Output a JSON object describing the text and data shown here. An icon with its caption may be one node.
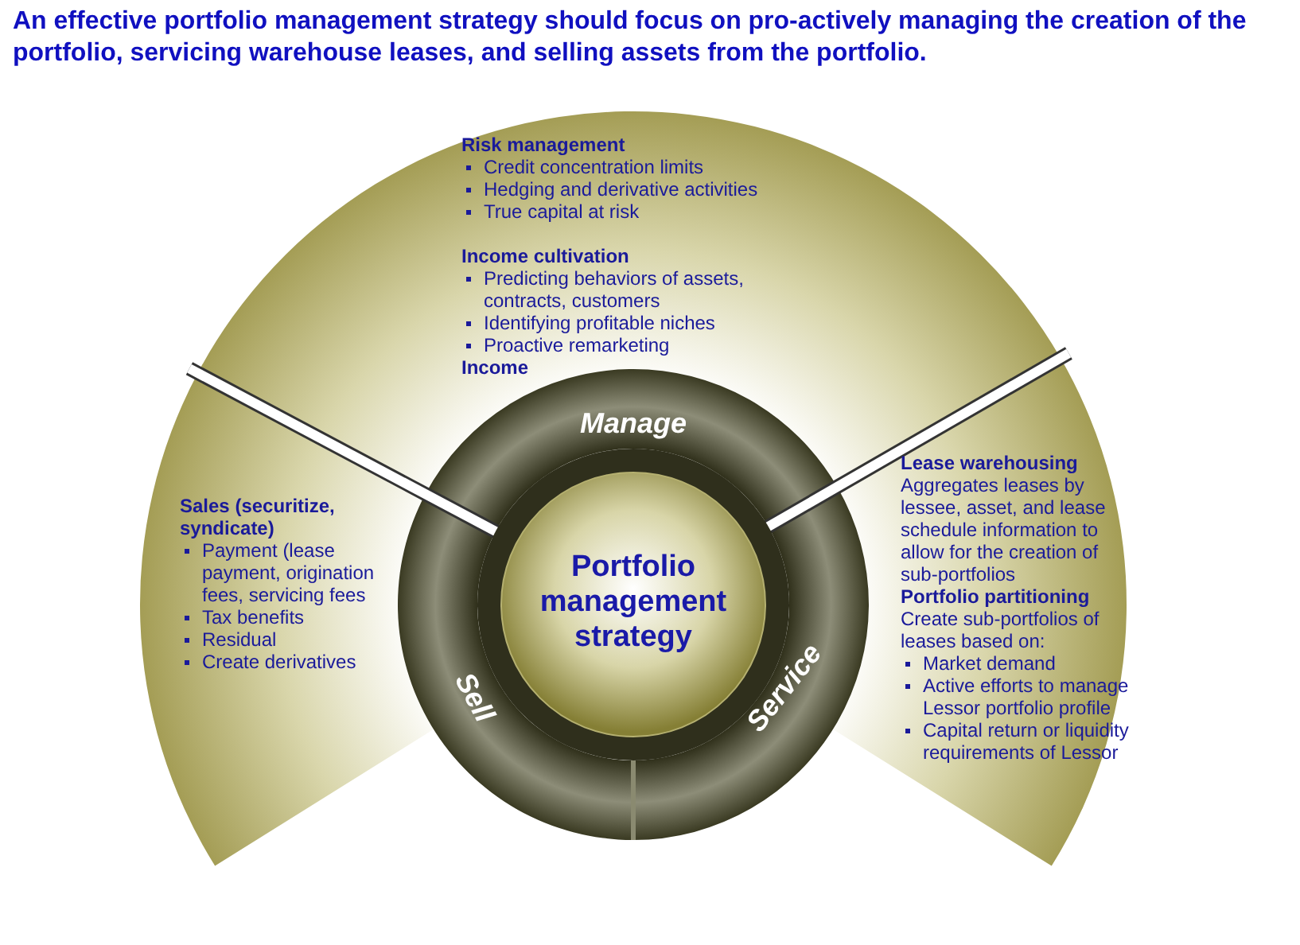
{
  "diagram": {
    "title": "An effective portfolio management strategy should focus on pro-actively managing the creation of the portfolio, servicing warehouse leases, and selling assets from the portfolio.",
    "nodes": [
      {
        "text": [
          "Risk management",
          "Credit concentration limits",
          "Hedging and derivative activities",
          "True capital at risk",
          "Income cultivation",
          "Predicting behaviors of assets, contracts, customers",
          "Identifying profitable niches",
          "Proactive remarketing",
          "Income"
        ]
      },
      {
        "text": [
          "Sales (securitize, syndicate)",
          "Payment (lease payment, origination fees, servicing fees",
          "Tax benefits",
          "Residual",
          "Create derivatives"
        ]
      },
      {
        "text": [
          "Lease warehousing",
          "Aggregates leases by lessee, asset, and lease schedule information to allow for the creation of sub-portfolios",
          "Portfolio partitioning",
          "Create sub-portfolios of leases based on:",
          "Market demand",
          "Active efforts to manage Lessor portfolio profile",
          "Capital return or liquidity requirements of Lessor"
        ]
      },
      {
        "text": [
          "Portfolio management strategy"
        ]
      }
    ],
    "labels": [
      "Manage",
      "Sell",
      "Service"
    ]
  }
}
